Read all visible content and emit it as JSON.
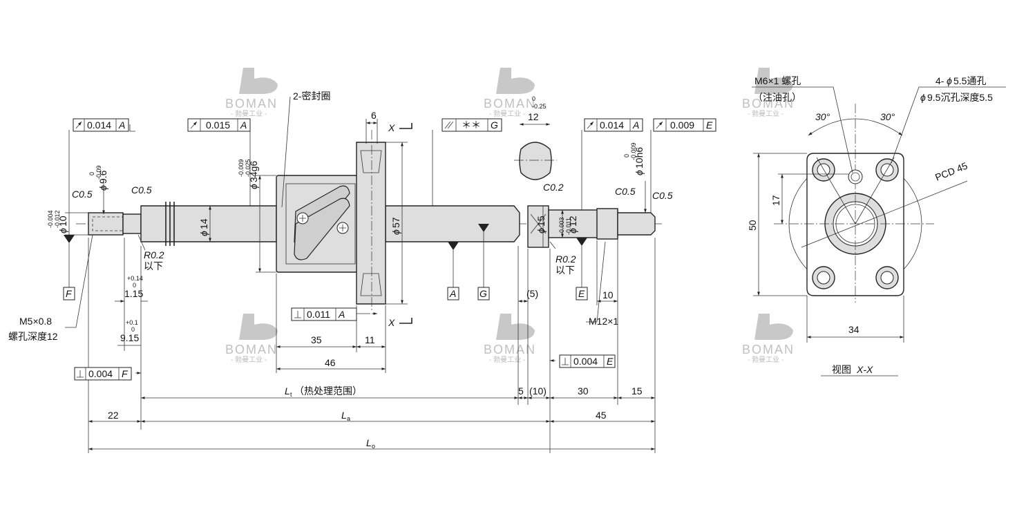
{
  "colors": {
    "line": "#222222",
    "shade": "#dedede",
    "watermark": "#b9b9b9"
  },
  "watermark": {
    "brand": "BOMAN",
    "sub": "- 勃曼工业 -",
    "icon": "b-logo-icon"
  },
  "labels": {
    "seal": "2-密封圈",
    "tol_0014_a": "0.014",
    "tol_0015_a": "0.015",
    "tol_star_g": "＊＊",
    "tol_0014_a2": "0.014",
    "tol_0009_e": "0.009",
    "tol_0011_a": "0.011",
    "tol_0004_e": "0.004",
    "tol_0004_f": "0.004",
    "datum_a": "A",
    "datum_e": "E",
    "datum_f": "F",
    "datum_g": "G",
    "d34g6": "34g6",
    "d34g6_up": "-0.009",
    "d34g6_lo": "-0.025",
    "d96": "9.6",
    "d96_up": "0",
    "d96_lo": "-0.09",
    "d10": "10",
    "d10_up": "-0.004",
    "d10_lo": "-0.012",
    "d14": "14",
    "d57": "57",
    "d15": "15",
    "d12": "12",
    "d12_up": "-0.003",
    "d12_lo": "-0.011",
    "d10h6": "10h6",
    "d10h6_up": "0",
    "d10h6_lo": "-0.009",
    "c05_a": "C0.5",
    "c05_b": "C0.5",
    "c02": "C0.2",
    "c05_c": "C0.5",
    "c05_d": "C0.5",
    "r02_a": "R0.2",
    "r02_a2": "以下",
    "r02_b": "R0.2",
    "r02_b2": "以下",
    "dim_6": "6",
    "dim_12": "12",
    "dim_12_up": "0",
    "dim_12_lo": "-0.25",
    "x_mark": "X",
    "dim_115": "1.15",
    "dim_115_up": "+0.14",
    "dim_115_lo": "0",
    "dim_915": "9.15",
    "dim_915_up": "+0.1",
    "dim_915_lo": "0",
    "m5": "M5×0.8",
    "m5_2": "螺孔深度12",
    "m12": "M12×1",
    "dim_5p": "(5)",
    "dim_10": "10",
    "dim_35": "35",
    "dim_11": "11",
    "dim_46": "46",
    "lt": "L",
    "lt_sub": "t",
    "lt_text": "（热处理范围）",
    "dim_5": "5",
    "dim_10p": "(10)",
    "dim_30": "30",
    "dim_15": "15",
    "dim_22": "22",
    "la": "L",
    "la_sub": "a",
    "dim_45": "45",
    "lo": "L",
    "lo_sub": "o",
    "m6": "M6×1 螺孔",
    "m6_2": "（注油孔）",
    "hole_1": "4-",
    "hole_1b": "5.5通孔",
    "hole_2": "9.5沉孔深度5.5",
    "deg_30a": "30°",
    "deg_30b": "30°",
    "pcd": "PCD 45",
    "dim_17": "17",
    "dim_50": "50",
    "dim_34": "34",
    "view_a": "视图",
    "view_b": "X-X",
    "phi": "ϕ"
  }
}
